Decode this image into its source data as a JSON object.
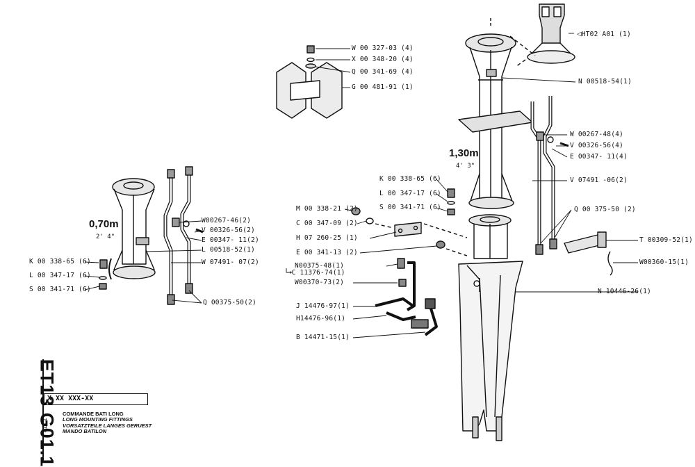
{
  "labels": {
    "ht02": "HT02  A01 (1)",
    "n00518_54": "N 00518-54(1)",
    "w00327": "W 00 327-03 (4)",
    "x00348": "X 00 348-20 (4)",
    "q00341": "Q 00 341-69 (4)",
    "g00481": "G 00 481-91 (1)",
    "w00267_48": "W 00267-48(4)",
    "v00326_56_4": "V 00326-56(4)",
    "e00347_4": "E 00347- 11(4)",
    "v07491_06": "V 07491 -06(2)",
    "k00338_r": "K 00 338-65 (6)",
    "l00347_r": "L 00 347-17 (6)",
    "s00341_r": "S 00 341-71 (6)",
    "m00338": "M 00 338-21 (2)",
    "c00347": "C 00 347-09 (2)",
    "h07260": "H 07 260-25 (1)",
    "e00341": "E 00 341-13 (2)",
    "q00375_50_r": "Q 00 375-50 (2)",
    "t00309": "T 00309-52(1)",
    "w00360": "W00360-15(1)",
    "n10446": "N 10446-26(1)",
    "n00375": "N00375-48(1)",
    "c11376": "C 11376-74(1)",
    "w00370": "W00370-73(2)",
    "j14476": "J 14476-97(1)",
    "h14476": "H14476-96(1)",
    "b14471": "B 14471-15(1)",
    "w00267_46": "W00267-46(2)",
    "v00326_56_2": "V 00326-56(2)",
    "e00347_2": "E 00347- 11(2)",
    "l00518_52": "L 00518-52(1)",
    "w07491_07": "W 07491- 07(2)",
    "k00338_l": "K 00 338-65 (6)",
    "l00347_l": "L 00 347-17 (6)",
    "s00341_l": "S 00 341-71 (6)",
    "q00375_50_l": "Q 00375-50(2)"
  },
  "dimensions": {
    "long_m": "1,30m",
    "long_ft": "4' 3\"",
    "short_m": "0,70m",
    "short_ft": "2' 4\""
  },
  "title_block": {
    "code": "ET13 G01.1",
    "date": "11-73",
    "ref": "X XX XXX-XX",
    "title_fr": "COMMANDE BATI LONG",
    "title_en": "LONG MOUNTING FITTINGS",
    "title_de": "VORSATZTEILE LANGES GERUEST",
    "title_es": "MANDO BATILON"
  }
}
